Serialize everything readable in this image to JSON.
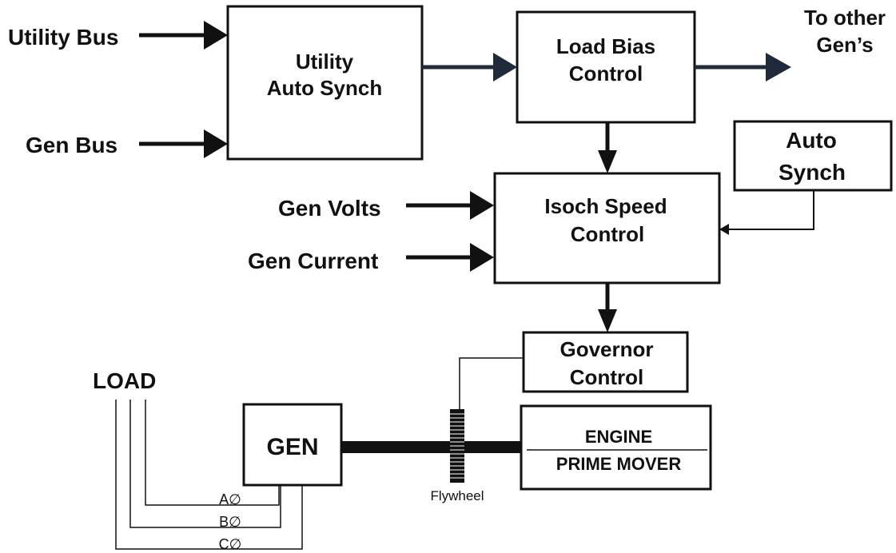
{
  "inputs": {
    "utility_bus": "Utility Bus",
    "gen_bus": "Gen Bus",
    "gen_volts": "Gen Volts",
    "gen_current": "Gen Current"
  },
  "outputs": {
    "to_other_gens_line1": "To other",
    "to_other_gens_line2": "Gen’s"
  },
  "boxes": {
    "utility_auto_synch": {
      "line1": "Utility",
      "line2": "Auto Synch"
    },
    "load_bias_control": {
      "line1": "Load Bias",
      "line2": "Control"
    },
    "auto_synch": {
      "line1": "Auto",
      "line2": "Synch"
    },
    "isoch_speed_control": {
      "line1": "Isoch Speed",
      "line2": "Control"
    },
    "governor_control": {
      "line1": "Governor",
      "line2": "Control"
    },
    "gen": {
      "label": "GEN"
    },
    "engine_prime_mover": {
      "line1": "ENGINE",
      "line2": "PRIME MOVER"
    }
  },
  "load": {
    "label": "LOAD",
    "phases": [
      "A∅",
      "B∅",
      "C∅"
    ]
  },
  "flywheel": {
    "label": "Flywheel"
  },
  "colors": {
    "stroke": "#111111",
    "background": "#ffffff",
    "bus_arrow": "#1f2a3a"
  }
}
